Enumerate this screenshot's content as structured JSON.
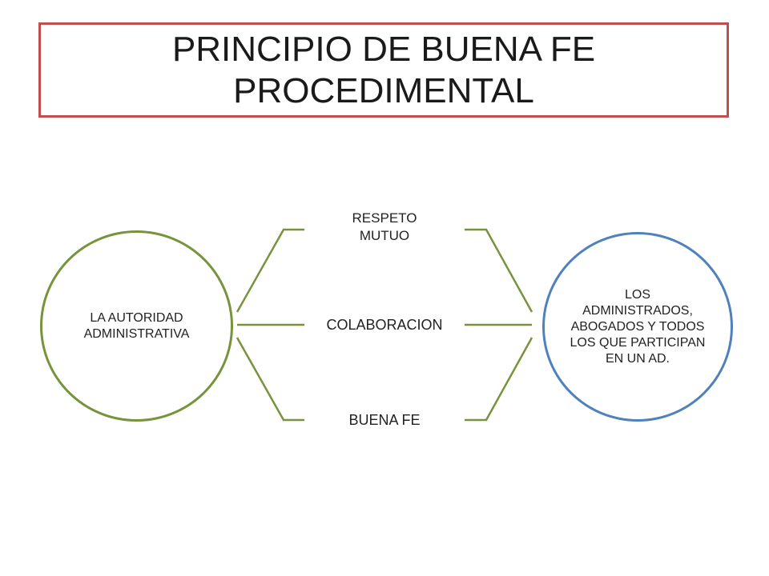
{
  "title": "PRINCIPIO DE BUENA FE PROCEDIMENTAL",
  "nodes": {
    "left": "LA AUTORIDAD ADMINISTRATIVA",
    "right": "LOS ADMINISTRADOS, ABOGADOS Y TODOS LOS QUE PARTICIPAN EN UN AD.",
    "middle": [
      {
        "label": "RESPETO MUTUO"
      },
      {
        "label": "COLABORACION"
      },
      {
        "label": "BUENA FE"
      }
    ]
  },
  "colors": {
    "title_border": "#c0504d",
    "left_circle": "#77933c",
    "right_circle": "#4f81bd",
    "connector": "#77933c"
  }
}
